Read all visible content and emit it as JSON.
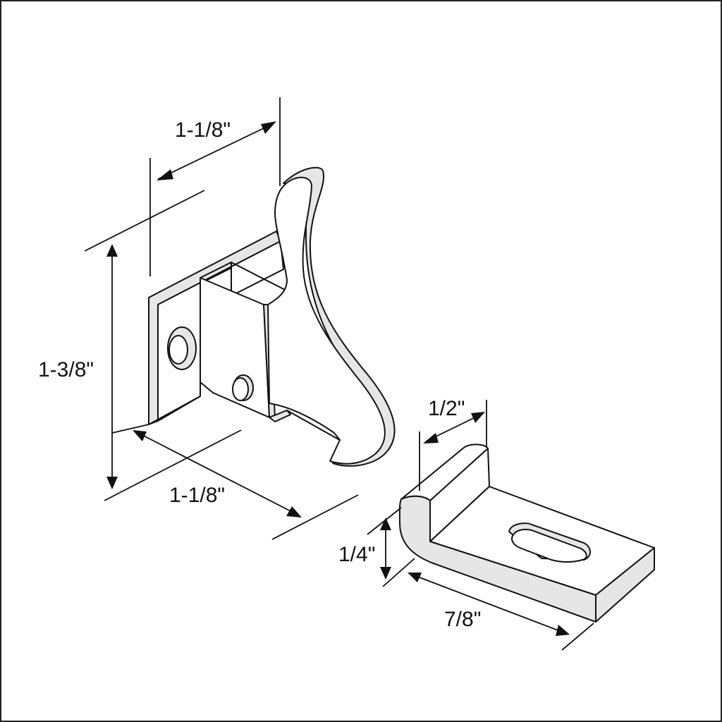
{
  "diagram": {
    "subject": "Latch hook and keeper bracket with dimensions",
    "colors": {
      "line": "#111111",
      "shade": "#e6e6e6",
      "background": "#ffffff"
    },
    "latch": {
      "dimensions": {
        "top_width": "1-1/8\"",
        "height": "1-3/8\"",
        "base_depth": "1-1/8\""
      }
    },
    "keeper": {
      "dimensions": {
        "flange_height": "1/2\"",
        "thickness": "1/4\"",
        "length": "7/8\""
      }
    }
  }
}
